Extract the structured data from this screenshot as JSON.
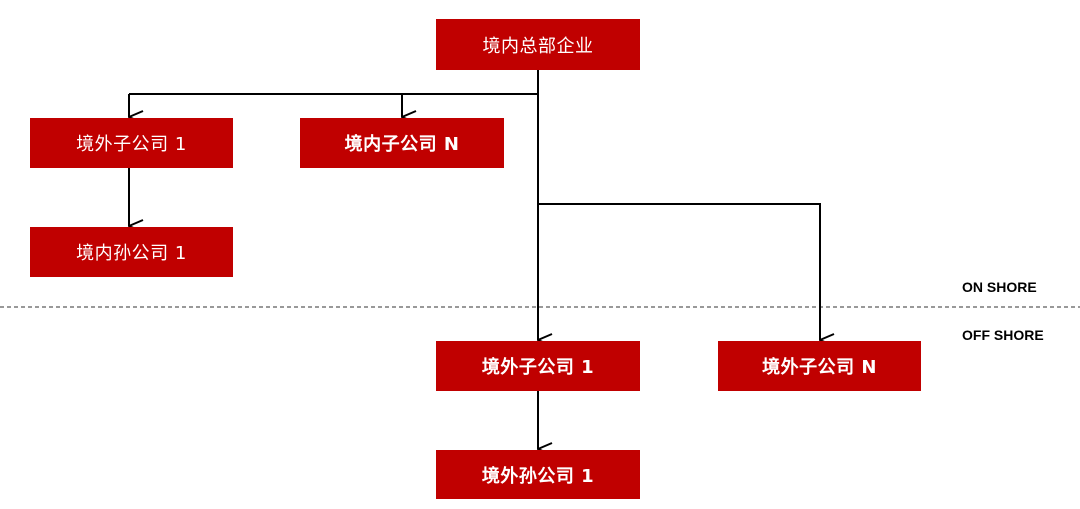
{
  "nodes": {
    "hq": "境内总部企业",
    "left_overseas_sub": "境外子公司 1",
    "domestic_sub_n": "境内子公司 N",
    "domestic_grandchild": "境内孙公司 1",
    "overseas_sub_1": "境外子公司 1",
    "overseas_sub_n": "境外子公司 N",
    "overseas_grandchild": "境外孙公司 1"
  },
  "zones": {
    "onshore": "ON SHORE",
    "offshore": "OFF SHORE"
  },
  "colors": {
    "node_fill": "#c00000",
    "node_text": "#ffffff",
    "connector": "#000000"
  }
}
